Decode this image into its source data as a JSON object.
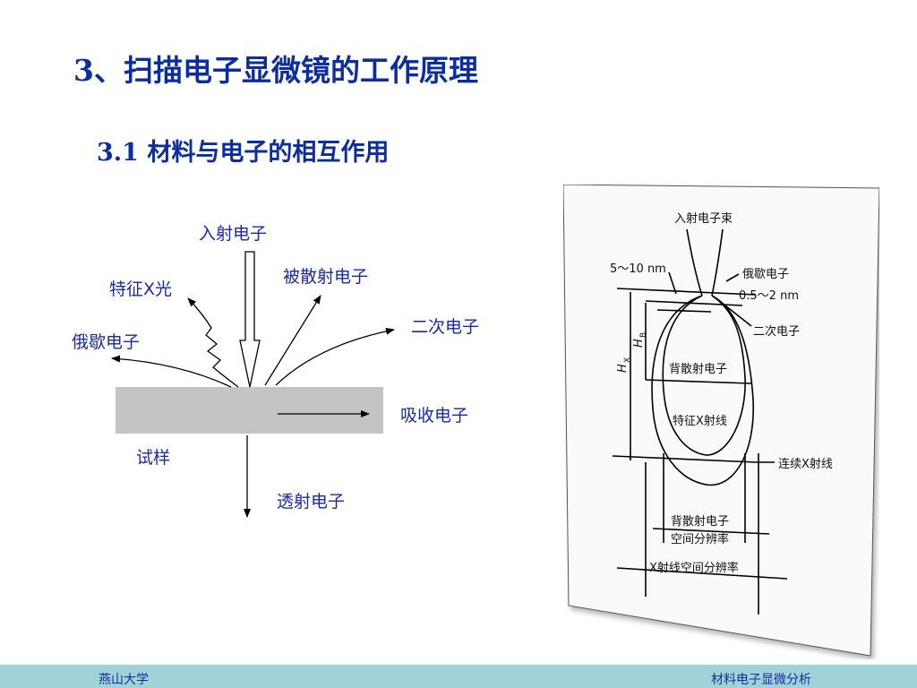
{
  "title": "3、扫描电子显微镜的工作原理",
  "subtitle": "3.1 材料与电子的相互作用",
  "left_diagram": {
    "incident": "入射电子",
    "backscattered": "被散射电子",
    "characteristic_x": "特征X光",
    "secondary": "二次电子",
    "auger": "俄歇电子",
    "absorbed": "吸收电子",
    "sample": "试样",
    "transmitted": "透射电子"
  },
  "right_diagram": {
    "beam": "入射电子束",
    "range1": "5～10 nm",
    "auger": "俄歇电子",
    "range2": "0.5～2 nm",
    "secondary": "二次电子",
    "hb": "H",
    "hb_sub": "B",
    "hx": "H",
    "hx_sub": "X",
    "backscatter": "背散射电子",
    "char_x": "特征X射线",
    "cont_x": "连续X射线",
    "bs_res_1": "背散射电子",
    "bs_res_2": "空间分辨率",
    "x_res": "X射线空间分辨率"
  },
  "footer": {
    "left": "燕山大学",
    "right": "材料电子显微分析"
  },
  "colors": {
    "title": "#0c2d9f",
    "label": "#1a2aa6",
    "footer_bg": "#9fd3d7",
    "sample": "#c4c4c4"
  }
}
